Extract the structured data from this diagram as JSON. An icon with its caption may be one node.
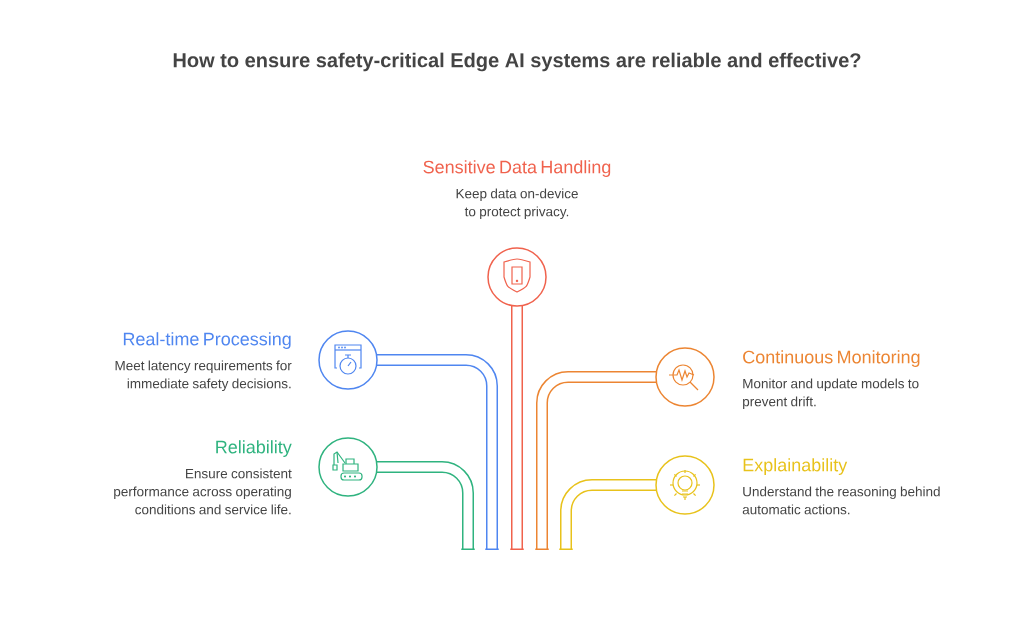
{
  "diagram": {
    "title": "How to ensure safety-critical Edge AI systems are reliable and effective?",
    "nodes": [
      {
        "text": [
          "Sensitive Data Handling",
          "Keep data on-device to protect privacy."
        ]
      },
      {
        "text": [
          "Real-time Processing",
          "Meet latency requirements for immediate safety decisions."
        ]
      },
      {
        "text": [
          "Continuous Monitoring",
          "Monitor and update models to prevent drift."
        ]
      },
      {
        "text": [
          "Reliability",
          "Ensure consistent performance across operating conditions and service life."
        ]
      },
      {
        "text": [
          "Explainability",
          "Understand the reasoning behind automatic actions."
        ]
      }
    ]
  }
}
